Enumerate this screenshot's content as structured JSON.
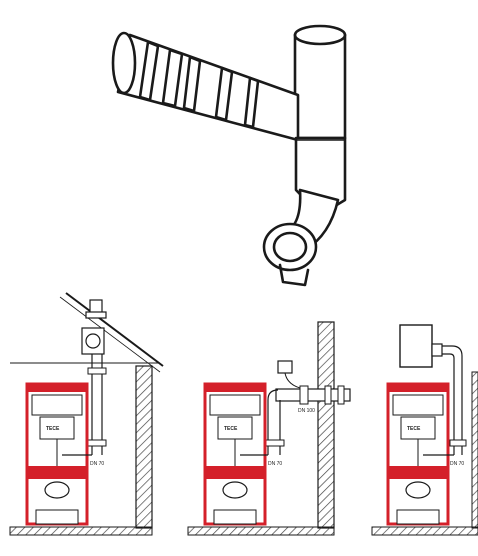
{
  "colors": {
    "line": "#1a1a1a",
    "frame_red": "#d4202a",
    "hatch": "#444444",
    "background": "#ffffff"
  },
  "scenes": [
    {
      "brand": "TECE",
      "pipe_label": "DN 70"
    },
    {
      "brand": "TECE",
      "pipe_label": "DN 70",
      "secondary_label": "DN 100"
    },
    {
      "brand": "TECE",
      "pipe_label": "DN 70"
    }
  ]
}
